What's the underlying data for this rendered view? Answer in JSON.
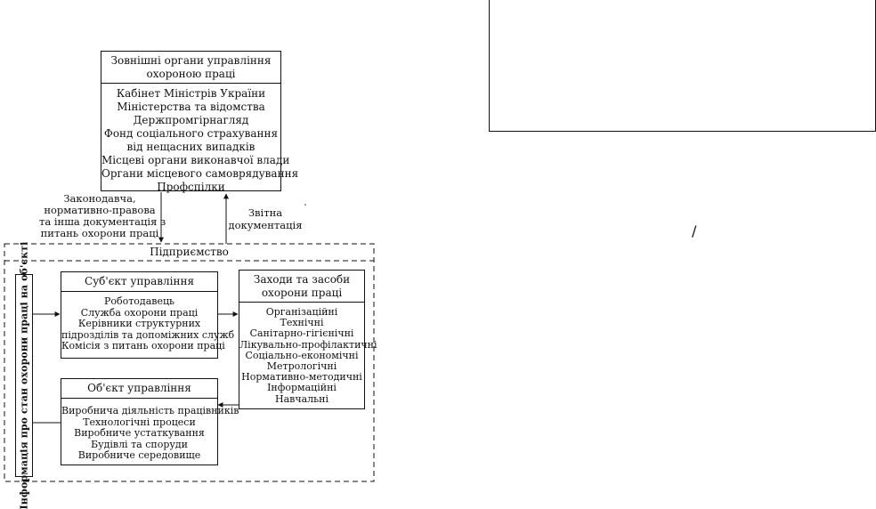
{
  "external": {
    "title": [
      "Зовнішні органи управління",
      "охороною праці"
    ],
    "items": [
      "Кабінет Міністрів України",
      "Міністерства та відомства",
      "Держпромгірнагляд",
      "Фонд соціального страхування",
      "від нещасних випадків",
      "Місцеві органи виконавчої влади",
      "Органи місцевого самоврядування",
      "Профспілки"
    ]
  },
  "arrows": {
    "down_label": [
      "Законодавча,",
      "нормативно-правова",
      "та інша документація з",
      "питань охорони праці"
    ],
    "up_label": [
      "Звітна",
      "документація"
    ]
  },
  "enterprise": {
    "title": "Підприємство",
    "side_label": "Інформація про стан охорони праці на об'єкті",
    "subject": {
      "title": "Суб'єкт управління",
      "items": [
        "Роботодавець",
        "Служба охорони праці",
        "Керівники структурних",
        "підрозділів та допоміжних служб",
        "Комісія з питань охорони праці"
      ]
    },
    "measures": {
      "title": [
        "Заходи та засоби",
        "охорони праці"
      ],
      "items": [
        "Організаційні",
        "Технічні",
        "Санітарно-гігієнічні",
        "Лікувально-профілактичні",
        "Соціально-економічні",
        "Метрологічні",
        "Нормативно-методичні",
        "Інформаційні",
        "Навчальні"
      ]
    },
    "object": {
      "title": "Об'єкт управління",
      "items": [
        "Виробнича діяльність працівників",
        "Технологічні процеси",
        "Виробниче устаткування",
        "Будівлі та споруди",
        "Виробниче середовище"
      ]
    }
  },
  "stray_mark": "/"
}
